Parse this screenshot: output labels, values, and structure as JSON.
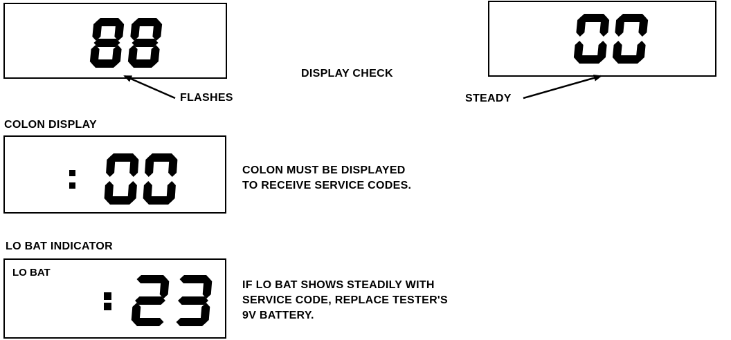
{
  "display_check": {
    "title": "DISPLAY CHECK",
    "left_display": {
      "digits": "88",
      "annotation": "FLASHES"
    },
    "right_display": {
      "digits": "00",
      "annotation": "STEADY"
    }
  },
  "colon_display": {
    "heading": "COLON DISPLAY",
    "display": {
      "colon": true,
      "digits": "00"
    },
    "note_lines": [
      "COLON MUST BE DISPLAYED",
      "TO RECEIVE SERVICE CODES."
    ]
  },
  "lo_bat_indicator": {
    "heading": "LO BAT INDICATOR",
    "display": {
      "label": "LO BAT",
      "colon": true,
      "digits": "23"
    },
    "note_lines": [
      "IF LO BAT SHOWS STEADILY WITH",
      "SERVICE CODE, REPLACE TESTER'S",
      "9V BATTERY."
    ]
  }
}
